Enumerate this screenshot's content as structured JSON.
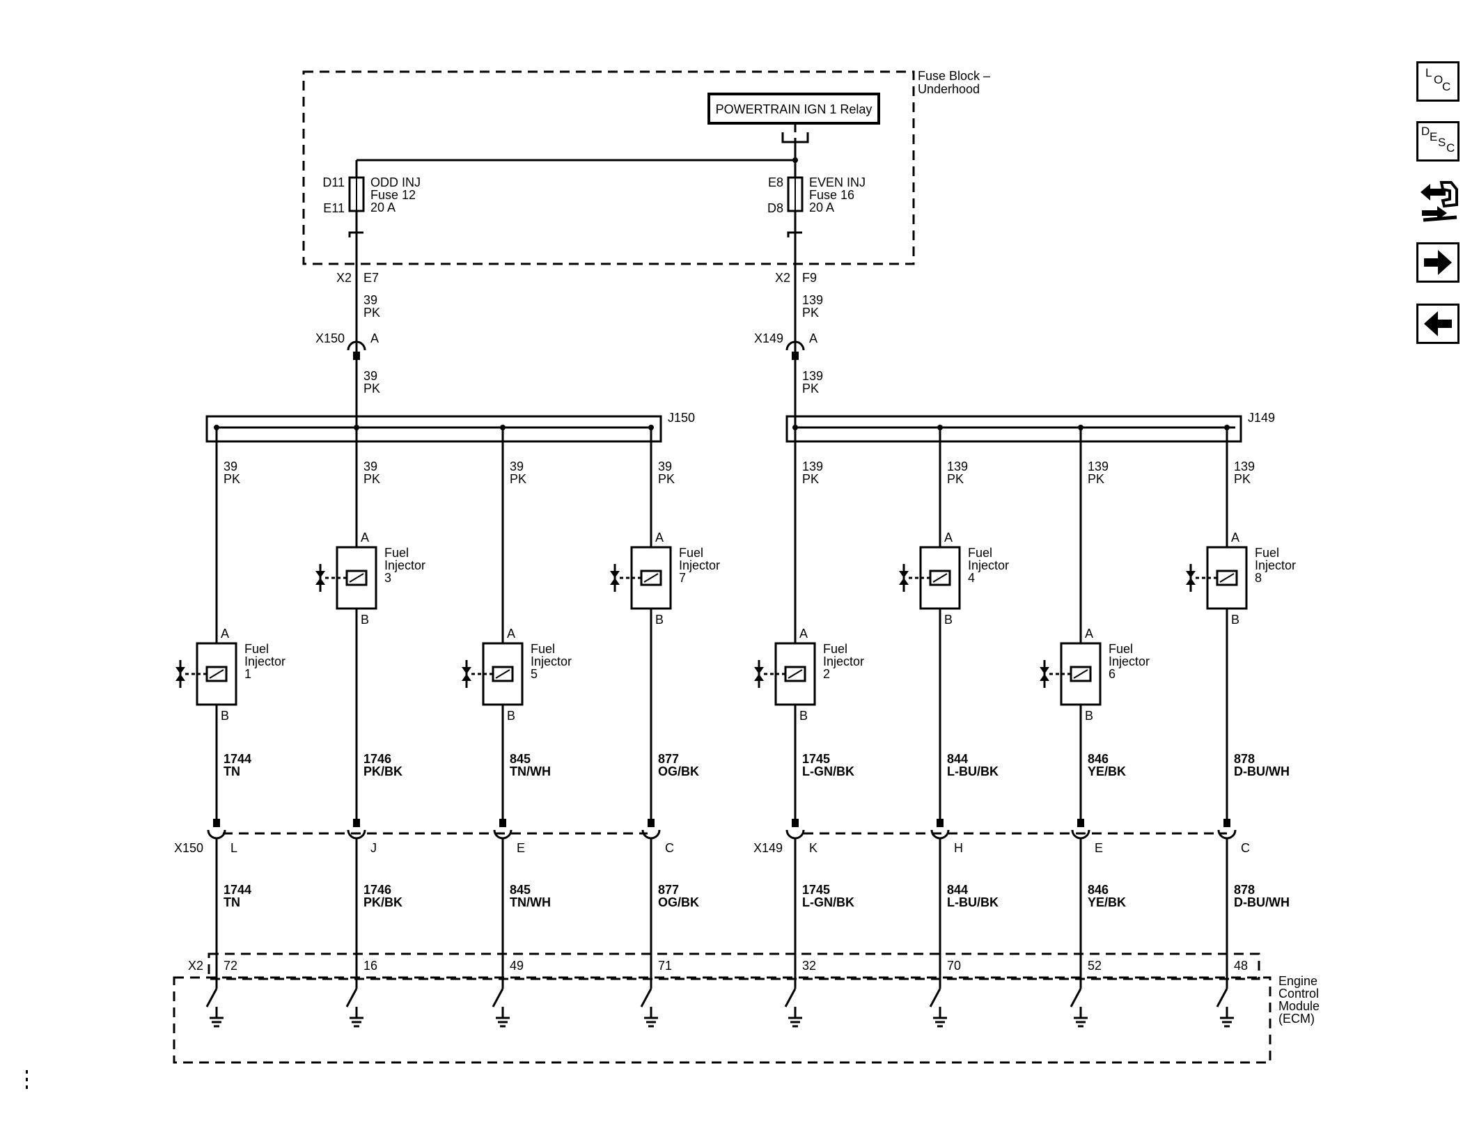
{
  "fuse_block": {
    "title_line1": "Fuse Block –",
    "title_line2": "Underhood",
    "relay": "POWERTRAIN IGN 1 Relay",
    "fuses": [
      {
        "top": "D11",
        "bottom": "E11",
        "name": "ODD INJ",
        "fuse": "Fuse 12",
        "rating": "20 A",
        "conn": "X2",
        "pin": "E7",
        "circuit": "39",
        "color": "PK"
      },
      {
        "top": "E8",
        "bottom": "D8",
        "name": "EVEN INJ",
        "fuse": "Fuse 16",
        "rating": "20 A",
        "conn": "X2",
        "pin": "F9",
        "circuit": "139",
        "color": "PK"
      }
    ]
  },
  "inline_connectors": [
    {
      "name": "X150",
      "pin": "A",
      "circuit": "39",
      "color": "PK"
    },
    {
      "name": "X149",
      "pin": "A",
      "circuit": "139",
      "color": "PK"
    }
  ],
  "splices": [
    "J150",
    "J149"
  ],
  "injectors": [
    {
      "label1": "Fuel",
      "label2": "Injector",
      "num": "1",
      "pinA": "A",
      "pinB": "B",
      "feed_circuit": "39",
      "feed_color": "PK",
      "ctl_circuit": "1744",
      "ctl_color": "TN",
      "x150_pin": "L",
      "ecm_pin": "72"
    },
    {
      "label1": "Fuel",
      "label2": "Injector",
      "num": "3",
      "pinA": "A",
      "pinB": "B",
      "feed_circuit": "39",
      "feed_color": "PK",
      "ctl_circuit": "1746",
      "ctl_color": "PK/BK",
      "x150_pin": "J",
      "ecm_pin": "16"
    },
    {
      "label1": "Fuel",
      "label2": "Injector",
      "num": "5",
      "pinA": "A",
      "pinB": "B",
      "feed_circuit": "39",
      "feed_color": "PK",
      "ctl_circuit": "845",
      "ctl_color": "TN/WH",
      "x150_pin": "E",
      "ecm_pin": "49"
    },
    {
      "label1": "Fuel",
      "label2": "Injector",
      "num": "7",
      "pinA": "A",
      "pinB": "B",
      "feed_circuit": "39",
      "feed_color": "PK",
      "ctl_circuit": "877",
      "ctl_color": "OG/BK",
      "x150_pin": "C",
      "ecm_pin": "71"
    },
    {
      "label1": "Fuel",
      "label2": "Injector",
      "num": "2",
      "pinA": "A",
      "pinB": "B",
      "feed_circuit": "139",
      "feed_color": "PK",
      "ctl_circuit": "1745",
      "ctl_color": "L-GN/BK",
      "x150_pin": "K",
      "ecm_pin": "32"
    },
    {
      "label1": "Fuel",
      "label2": "Injector",
      "num": "4",
      "pinA": "A",
      "pinB": "B",
      "feed_circuit": "139",
      "feed_color": "PK",
      "ctl_circuit": "844",
      "ctl_color": "L-BU/BK",
      "x150_pin": "H",
      "ecm_pin": "70"
    },
    {
      "label1": "Fuel",
      "label2": "Injector",
      "num": "6",
      "pinA": "A",
      "pinB": "B",
      "feed_circuit": "139",
      "feed_color": "PK",
      "ctl_circuit": "846",
      "ctl_color": "YE/BK",
      "x150_pin": "E",
      "ecm_pin": "52"
    },
    {
      "label1": "Fuel",
      "label2": "Injector",
      "num": "8",
      "pinA": "A",
      "pinB": "B",
      "feed_circuit": "139",
      "feed_color": "PK",
      "ctl_circuit": "878",
      "ctl_color": "D-BU/WH",
      "x150_pin": "C",
      "ecm_pin": "48"
    }
  ],
  "lower_connectors": [
    "X150",
    "X149"
  ],
  "ecm": {
    "connector": "X2",
    "line1": "Engine",
    "line2": "Control",
    "line3": "Module",
    "line4": "(ECM)"
  },
  "side_buttons": [
    {
      "icon": "loc-icon",
      "l1": "L",
      "l2": "O",
      "l3": "C"
    },
    {
      "icon": "desc-icon",
      "l1": "D",
      "l2": "E",
      "l3": "S",
      "l4": "C"
    },
    {
      "icon": "connector-tool-icon"
    },
    {
      "icon": "next-arrow-icon"
    },
    {
      "icon": "prev-arrow-icon"
    }
  ],
  "colors": {
    "line": "#000000",
    "background": "#ffffff"
  }
}
